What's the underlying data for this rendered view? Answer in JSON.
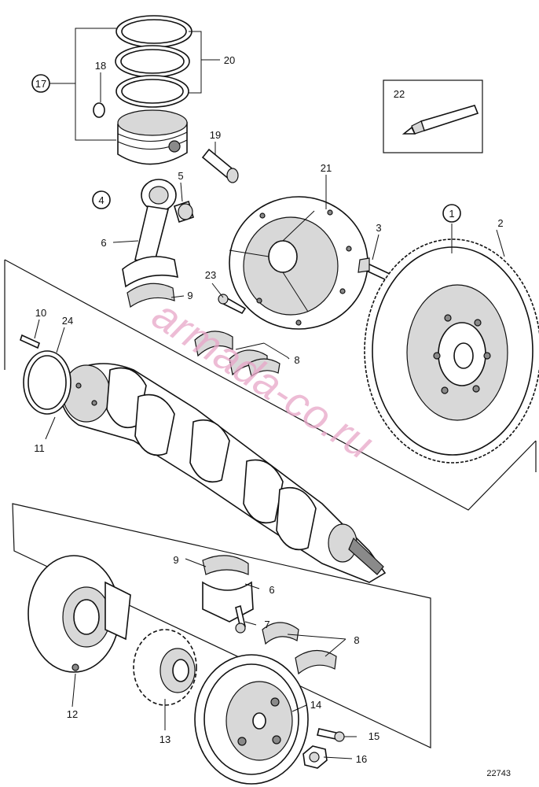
{
  "callouts": {
    "c1": "1",
    "c2": "2",
    "c3": "3",
    "c4": "4",
    "c5": "5",
    "c6a": "6",
    "c6b": "6",
    "c7": "7",
    "c8a": "8",
    "c8b": "8",
    "c9a": "9",
    "c9b": "9",
    "c10": "10",
    "c11": "11",
    "c12": "12",
    "c13": "13",
    "c14": "14",
    "c15": "15",
    "c16": "16",
    "c17": "17",
    "c18": "18",
    "c19": "19",
    "c20": "20",
    "c21": "21",
    "c22": "22",
    "c23": "23",
    "c24": "24"
  },
  "figure_number": "22743",
  "watermark": "armada-co.ru"
}
